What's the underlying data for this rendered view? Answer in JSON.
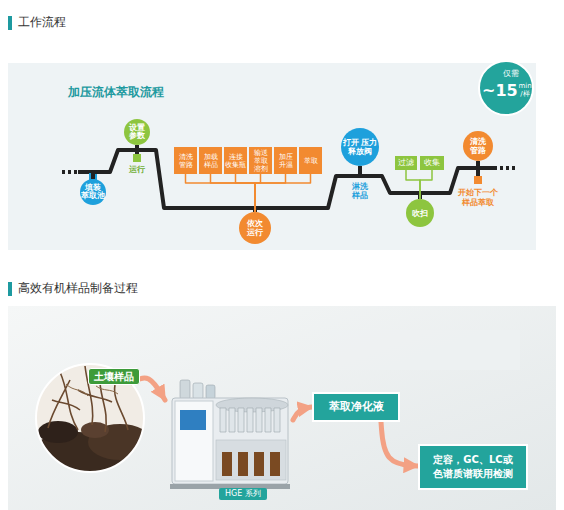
{
  "diagram": {
    "nodes": [
      {
        "text": [
          "仅需",
          "~15",
          "min /样"
        ]
      },
      {
        "text": [
          "填装 萃取池"
        ]
      },
      {
        "text": [
          "设置 参数"
        ]
      },
      {
        "text": [
          "运行"
        ]
      },
      {
        "text": [
          "清洗 管路"
        ]
      },
      {
        "text": [
          "加载 样品"
        ]
      },
      {
        "text": [
          "连接 收集瓶"
        ]
      },
      {
        "text": [
          "输送 萃取 溶剂"
        ]
      },
      {
        "text": [
          "加压 升温"
        ]
      },
      {
        "text": [
          "萃取"
        ]
      },
      {
        "text": [
          "依次 运行"
        ]
      },
      {
        "text": [
          "打开 压力 释放阀"
        ]
      },
      {
        "text": [
          "过滤"
        ]
      },
      {
        "text": [
          "收集"
        ]
      },
      {
        "text": [
          "吹扫"
        ]
      },
      {
        "text": [
          "清洗 管路"
        ]
      },
      {
        "text": [
          "开始下一个 样品萃取"
        ]
      },
      {
        "text": [
          "土壤样品"
        ]
      },
      {
        "text": [
          "HGE 系列"
        ]
      },
      {
        "text": [
          "萃取净化液"
        ]
      },
      {
        "text": [
          "定容，GC、LC或 色谱质谱联用检测"
        ]
      }
    ],
    "edges": [
      {
        "from": 1,
        "to": 2,
        "arrow": "none"
      },
      {
        "from": 2,
        "to": 3,
        "arrow": "none"
      },
      {
        "from": 3,
        "to": 10,
        "arrow": "none"
      },
      {
        "from": 10,
        "to": 11,
        "arrow": "none"
      },
      {
        "from": 11,
        "to": 14,
        "arrow": "none"
      },
      {
        "from": 14,
        "to": 15,
        "arrow": "none"
      },
      {
        "from": 15,
        "to": 16,
        "arrow": "none"
      },
      {
        "from": 4,
        "to": 10,
        "arrow": "none"
      },
      {
        "from": 5,
        "to": 10,
        "arrow": "none"
      },
      {
        "from": 6,
        "to": 10,
        "arrow": "none"
      },
      {
        "from": 7,
        "to": 10,
        "arrow": "none"
      },
      {
        "from": 8,
        "to": 10,
        "arrow": "none"
      },
      {
        "from": 9,
        "to": 10,
        "arrow": "none"
      },
      {
        "from": 12,
        "to": 14,
        "arrow": "none"
      },
      {
        "from": 13,
        "to": 14,
        "arrow": "none"
      },
      {
        "from": 17,
        "to": 18,
        "arrow": "to"
      },
      {
        "from": 18,
        "to": 19,
        "arrow": "to"
      },
      {
        "from": 19,
        "to": 20,
        "arrow": "to"
      }
    ],
    "labels": [
      "工作流程",
      "加压流体萃取流程",
      "淋洗 样品",
      "高效有机样品制备过程"
    ]
  }
}
